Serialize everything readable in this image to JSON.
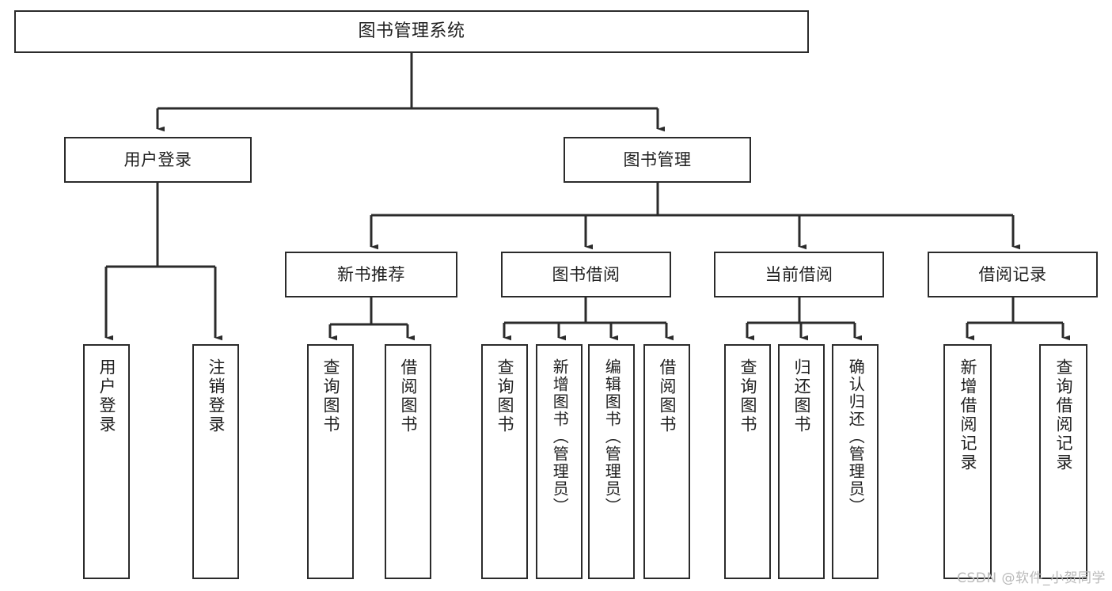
{
  "diagram": {
    "title": "图书管理系统",
    "type": "tree-structure-chart",
    "edge_color": "#2b2b2b",
    "node_border_color": "#2b2b2b",
    "node_fill_color": "#ffffff",
    "background_color": "#ffffff"
  },
  "root": {
    "label": "图书管理系统"
  },
  "level2": [
    {
      "label": "用户登录"
    },
    {
      "label": "图书管理"
    }
  ],
  "level3": [
    {
      "label": "新书推荐"
    },
    {
      "label": "图书借阅"
    },
    {
      "label": "当前借阅"
    },
    {
      "label": "借阅记录"
    }
  ],
  "leaves": {
    "user_login": [
      {
        "label": "用户登录"
      },
      {
        "label": "注销登录"
      }
    ],
    "new_book_recommend": [
      {
        "label": "查询图书"
      },
      {
        "label": "借阅图书"
      }
    ],
    "book_borrow": [
      {
        "label": "查询图书"
      },
      {
        "label": "新增图书（管理员）"
      },
      {
        "label": "编辑图书（管理员）"
      },
      {
        "label": "借阅图书"
      }
    ],
    "current_borrow": [
      {
        "label": "查询图书"
      },
      {
        "label": "归还图书"
      },
      {
        "label": "确认归还（管理员）"
      }
    ],
    "borrow_record": [
      {
        "label": "新增借阅记录"
      },
      {
        "label": "查询借阅记录"
      }
    ]
  },
  "watermark": {
    "text": "CSDN @软件_小贺同学"
  }
}
